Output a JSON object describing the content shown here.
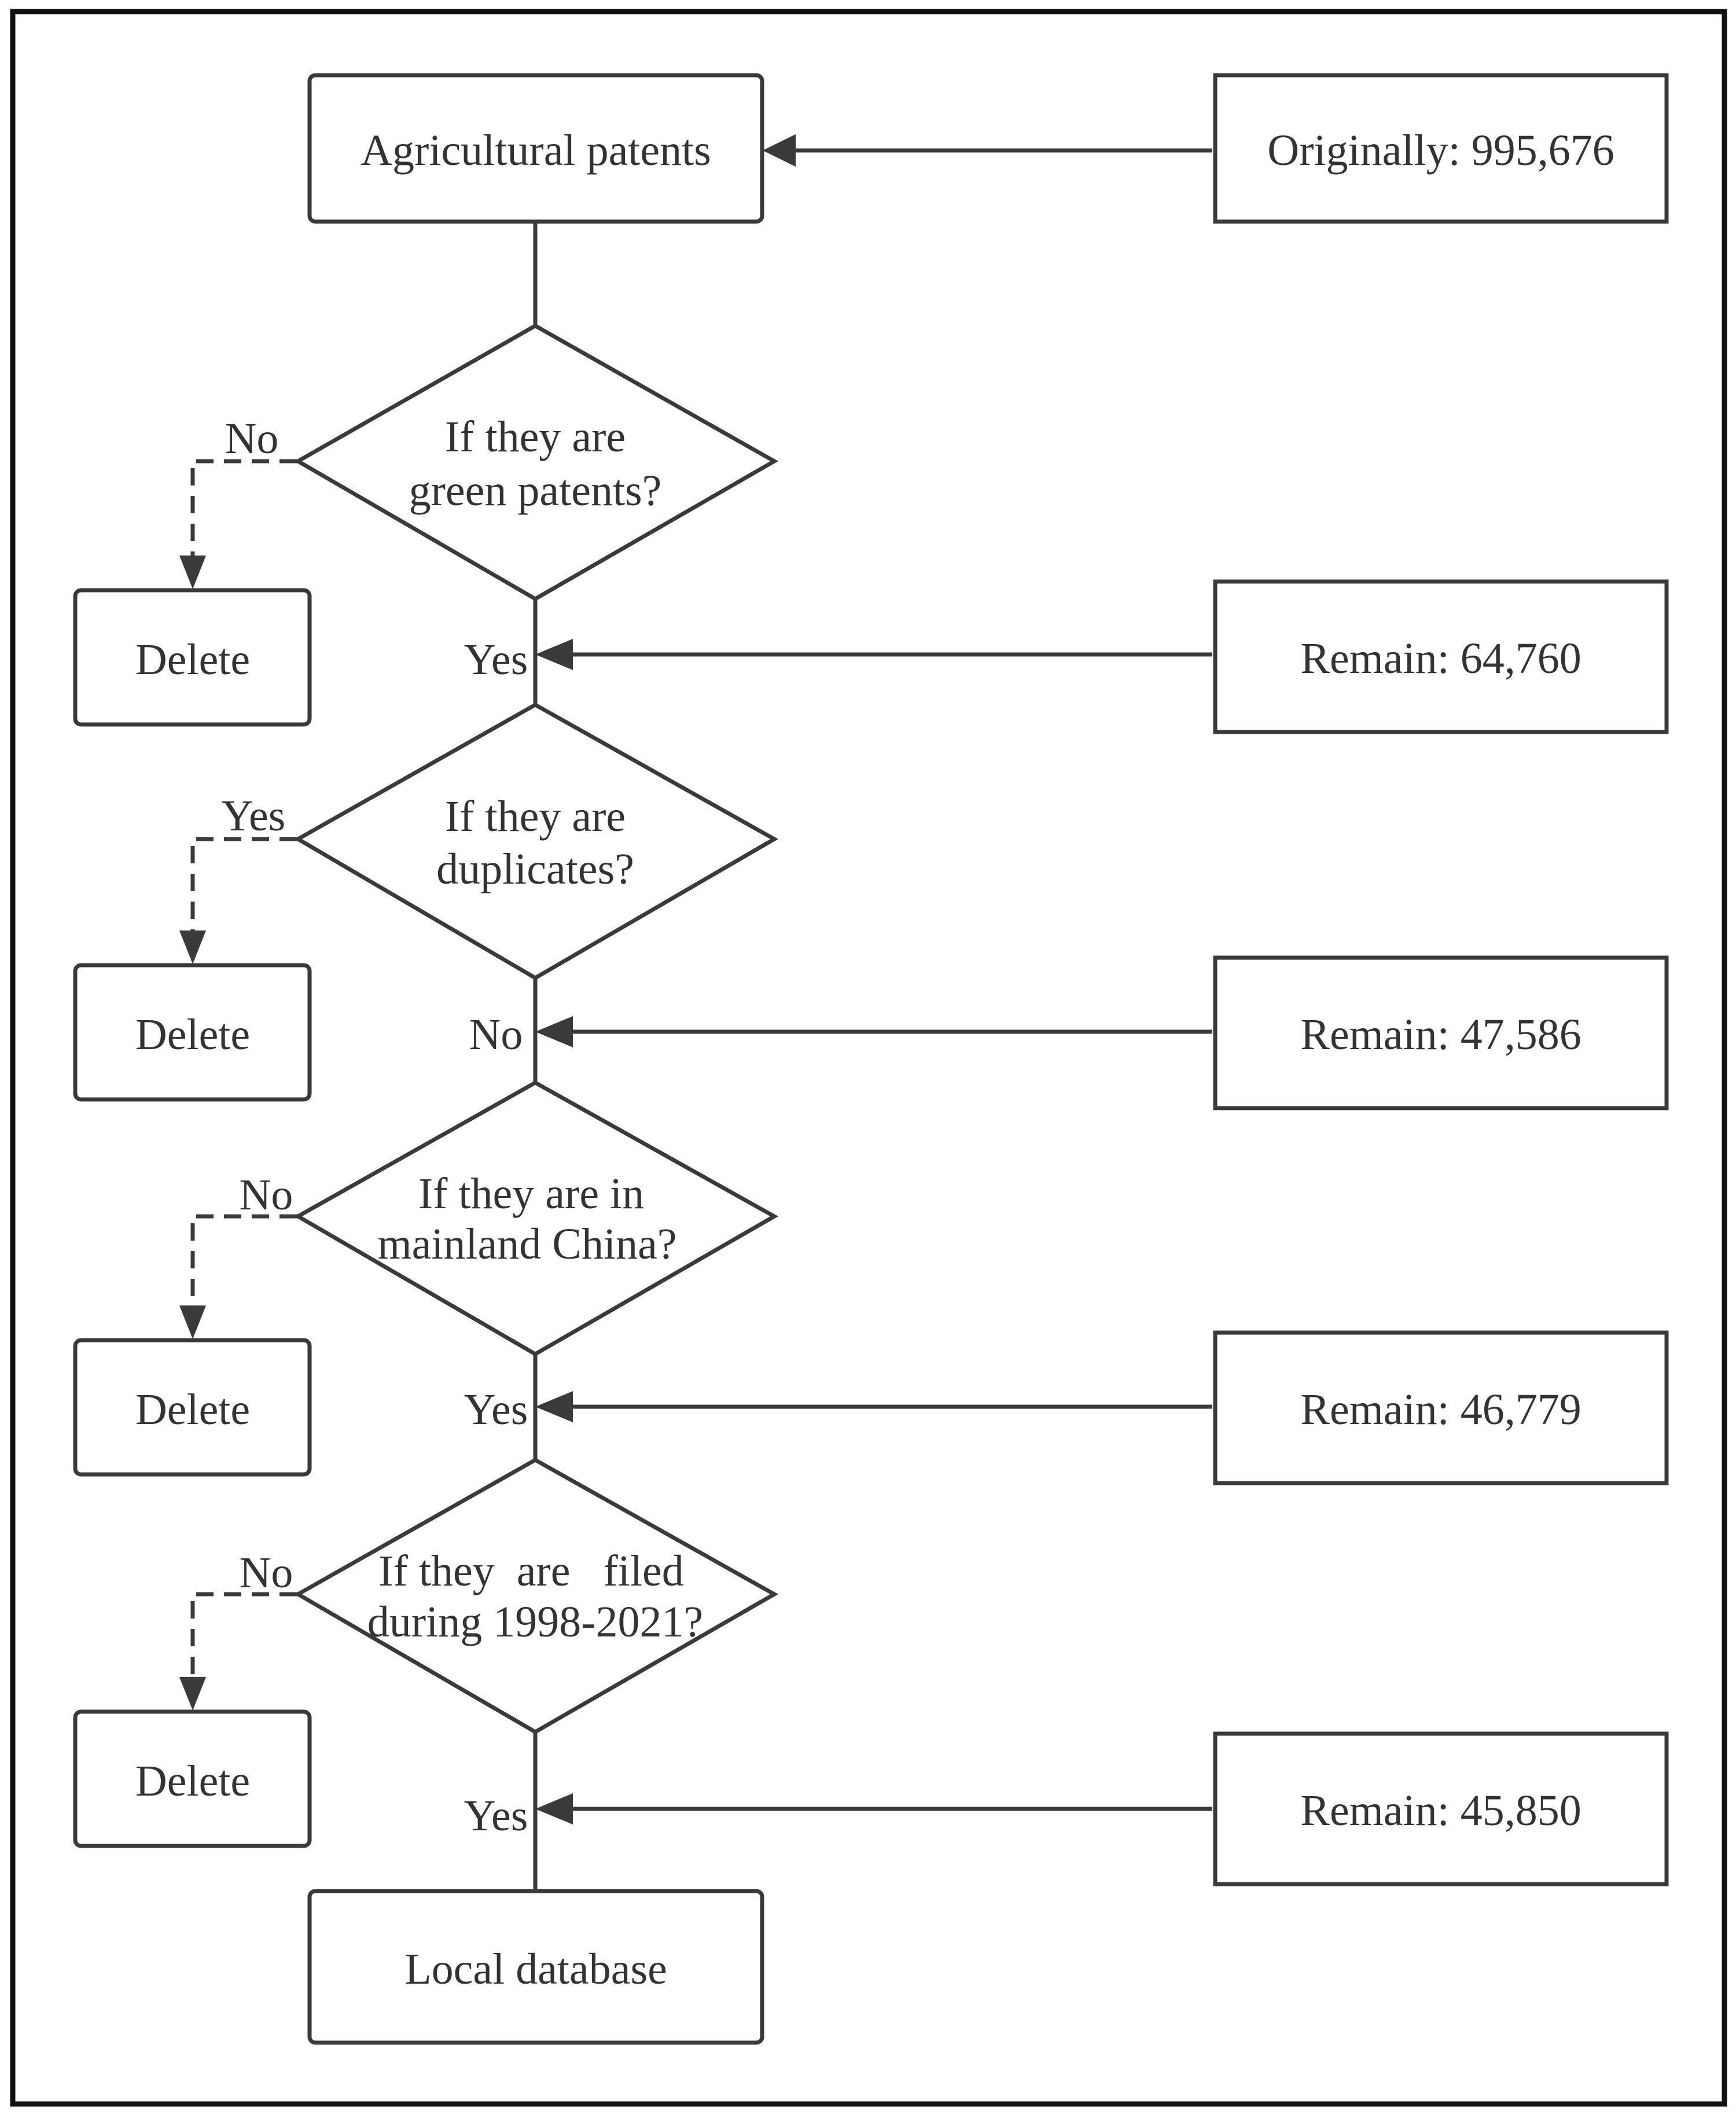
{
  "nodes": {
    "start": "Agricultural patents",
    "originally": "Originally: 995,676",
    "decision1_line1": "If they are",
    "decision1_line2": "green patents?",
    "decision2_line1": "If they are",
    "decision2_line2": "duplicates?",
    "decision3_line1": "If they are in",
    "decision3_line2": "mainland China?",
    "decision4_line1": "If they  are   filed",
    "decision4_line2": "during 1998-2021?",
    "delete1": "Delete",
    "delete2": "Delete",
    "delete3": "Delete",
    "delete4": "Delete",
    "remain1": "Remain: 64,760",
    "remain2": "Remain: 47,586",
    "remain3": "Remain: 46,779",
    "remain4": "Remain: 45,850",
    "end": "Local database"
  },
  "edges": {
    "d1_branch": "No",
    "d1_continue": "Yes",
    "d2_branch": "Yes",
    "d2_continue": "No",
    "d3_branch": "No",
    "d3_continue": "Yes",
    "d4_branch": "No",
    "d4_continue": "Yes"
  },
  "colors": {
    "stroke": "#3a3a3a",
    "text": "#333333",
    "background": "#ffffff"
  }
}
